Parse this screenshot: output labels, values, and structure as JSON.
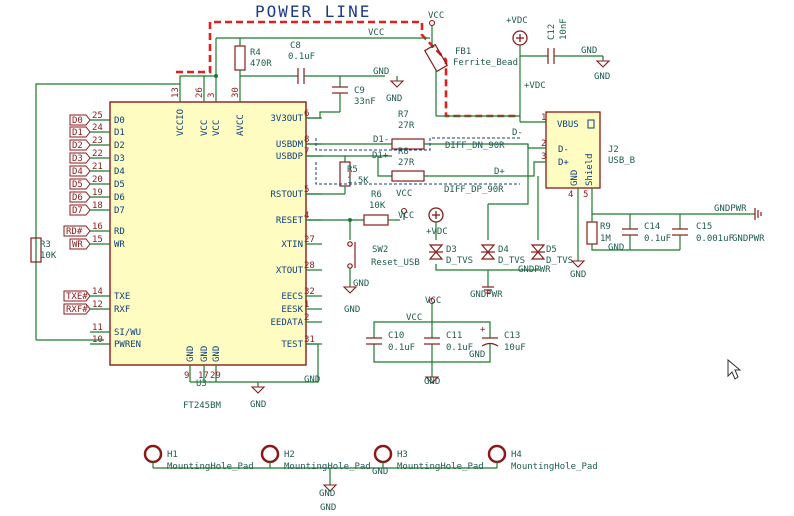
{
  "title": "POWER LINE",
  "colors": {
    "wire": "#1d7a2f",
    "component": "#8a1a1a",
    "ic_fill": "#fefcc0",
    "text": "#1e5c4e",
    "pin_name": "#0d3f80",
    "power_line": "#e02020"
  },
  "u3": {
    "ref": "U3",
    "value": "FT245BM",
    "left_pins": [
      {
        "name": "D0",
        "num": "25"
      },
      {
        "name": "D1",
        "num": "24"
      },
      {
        "name": "D2",
        "num": "23"
      },
      {
        "name": "D3",
        "num": "22"
      },
      {
        "name": "D4",
        "num": "21"
      },
      {
        "name": "D5",
        "num": "20"
      },
      {
        "name": "D6",
        "num": "19"
      },
      {
        "name": "D7",
        "num": "18"
      },
      {
        "name": "RD",
        "num": "16"
      },
      {
        "name": "WR",
        "num": "15"
      },
      {
        "name": "TXE",
        "num": "14"
      },
      {
        "name": "RXF",
        "num": "12"
      },
      {
        "name": "SI/WU",
        "num": "11"
      },
      {
        "name": "PWREN",
        "num": "10"
      }
    ],
    "right_pins": [
      {
        "name": "3V3OUT",
        "num": "6"
      },
      {
        "name": "USBDM",
        "num": "8"
      },
      {
        "name": "USBDP",
        "num": "7"
      },
      {
        "name": "RSTOUT",
        "num": "5"
      },
      {
        "name": "RESET",
        "num": "4"
      },
      {
        "name": "XTIN",
        "num": "27"
      },
      {
        "name": "XTOUT",
        "num": "28"
      },
      {
        "name": "EECS",
        "num": "32"
      },
      {
        "name": "EESK",
        "num": "1"
      },
      {
        "name": "EEDATA",
        "num": "2"
      },
      {
        "name": "TEST",
        "num": "31"
      }
    ],
    "top_pins": [
      {
        "name": "VCCIO",
        "num": "13"
      },
      {
        "name": "VCC",
        "num": "26"
      },
      {
        "name": "VCC",
        "num": "3"
      },
      {
        "name": "AVCC",
        "num": "30"
      }
    ],
    "bottom_pins": [
      {
        "name": "GND",
        "num": "9"
      },
      {
        "name": "GND",
        "num": "17"
      },
      {
        "name": "GND",
        "num": "29"
      }
    ]
  },
  "hier_labels": [
    {
      "text": "D0"
    },
    {
      "text": "D1"
    },
    {
      "text": "D2"
    },
    {
      "text": "D3"
    },
    {
      "text": "D4"
    },
    {
      "text": "D5"
    },
    {
      "text": "D6"
    },
    {
      "text": "D7"
    },
    {
      "text": "RD#"
    },
    {
      "text": "WR"
    },
    {
      "text": "TXE#"
    },
    {
      "text": "RXF#"
    }
  ],
  "components": {
    "r4": {
      "ref": "R4",
      "value": "470R"
    },
    "c8": {
      "ref": "C8",
      "value": "0.1uF"
    },
    "c9": {
      "ref": "C9",
      "value": "33nF"
    },
    "fb1": {
      "ref": "FB1",
      "value": "Ferrite_Bead"
    },
    "c12": {
      "ref": "C12",
      "value": "10nF"
    },
    "r7": {
      "ref": "R7",
      "value": "27R"
    },
    "r8": {
      "ref": "R8",
      "value": "27R"
    },
    "r5": {
      "ref": "R5",
      "value": "1.5K"
    },
    "r6": {
      "ref": "R6",
      "value": "10K"
    },
    "r3": {
      "ref": "R3",
      "value": "10K"
    },
    "sw2": {
      "ref": "SW2",
      "value": "Reset_USB"
    },
    "j2": {
      "ref": "J2",
      "value": "USB_B",
      "pins": [
        "VBUS",
        "D-",
        "D+",
        "GND",
        "Shield"
      ],
      "pin_nums": [
        "1",
        "2",
        "3",
        "4",
        "5"
      ]
    },
    "d3": {
      "ref": "D3",
      "value": "D_TVS"
    },
    "d4": {
      "ref": "D4",
      "value": "D_TVS"
    },
    "d5": {
      "ref": "D5",
      "value": "D_TVS"
    },
    "r9": {
      "ref": "R9",
      "value": "1M"
    },
    "c14": {
      "ref": "C14",
      "value": "0.1uF"
    },
    "c15": {
      "ref": "C15",
      "value": "0.001uF"
    },
    "c10": {
      "ref": "C10",
      "value": "0.1uF"
    },
    "c11": {
      "ref": "C11",
      "value": "0.1uF"
    },
    "c13": {
      "ref": "C13",
      "value": "10uF"
    }
  },
  "mounting_holes": [
    {
      "ref": "H1",
      "value": "MountingHole_Pad"
    },
    {
      "ref": "H2",
      "value": "MountingHole_Pad"
    },
    {
      "ref": "H3",
      "value": "MountingHole_Pad"
    },
    {
      "ref": "H4",
      "value": "MountingHole_Pad"
    }
  ],
  "net_labels": {
    "vcc": "VCC",
    "vdc": "+VDC",
    "gnd": "GND",
    "gndpwr": "GNDPWR",
    "d_minus": "D-",
    "d_plus": "D+",
    "diff_dn": "DIFF_DN_90R",
    "diff_dp": "DIFF_DP_90R",
    "d1_minus": "D1-",
    "d1_plus": "D1+"
  }
}
